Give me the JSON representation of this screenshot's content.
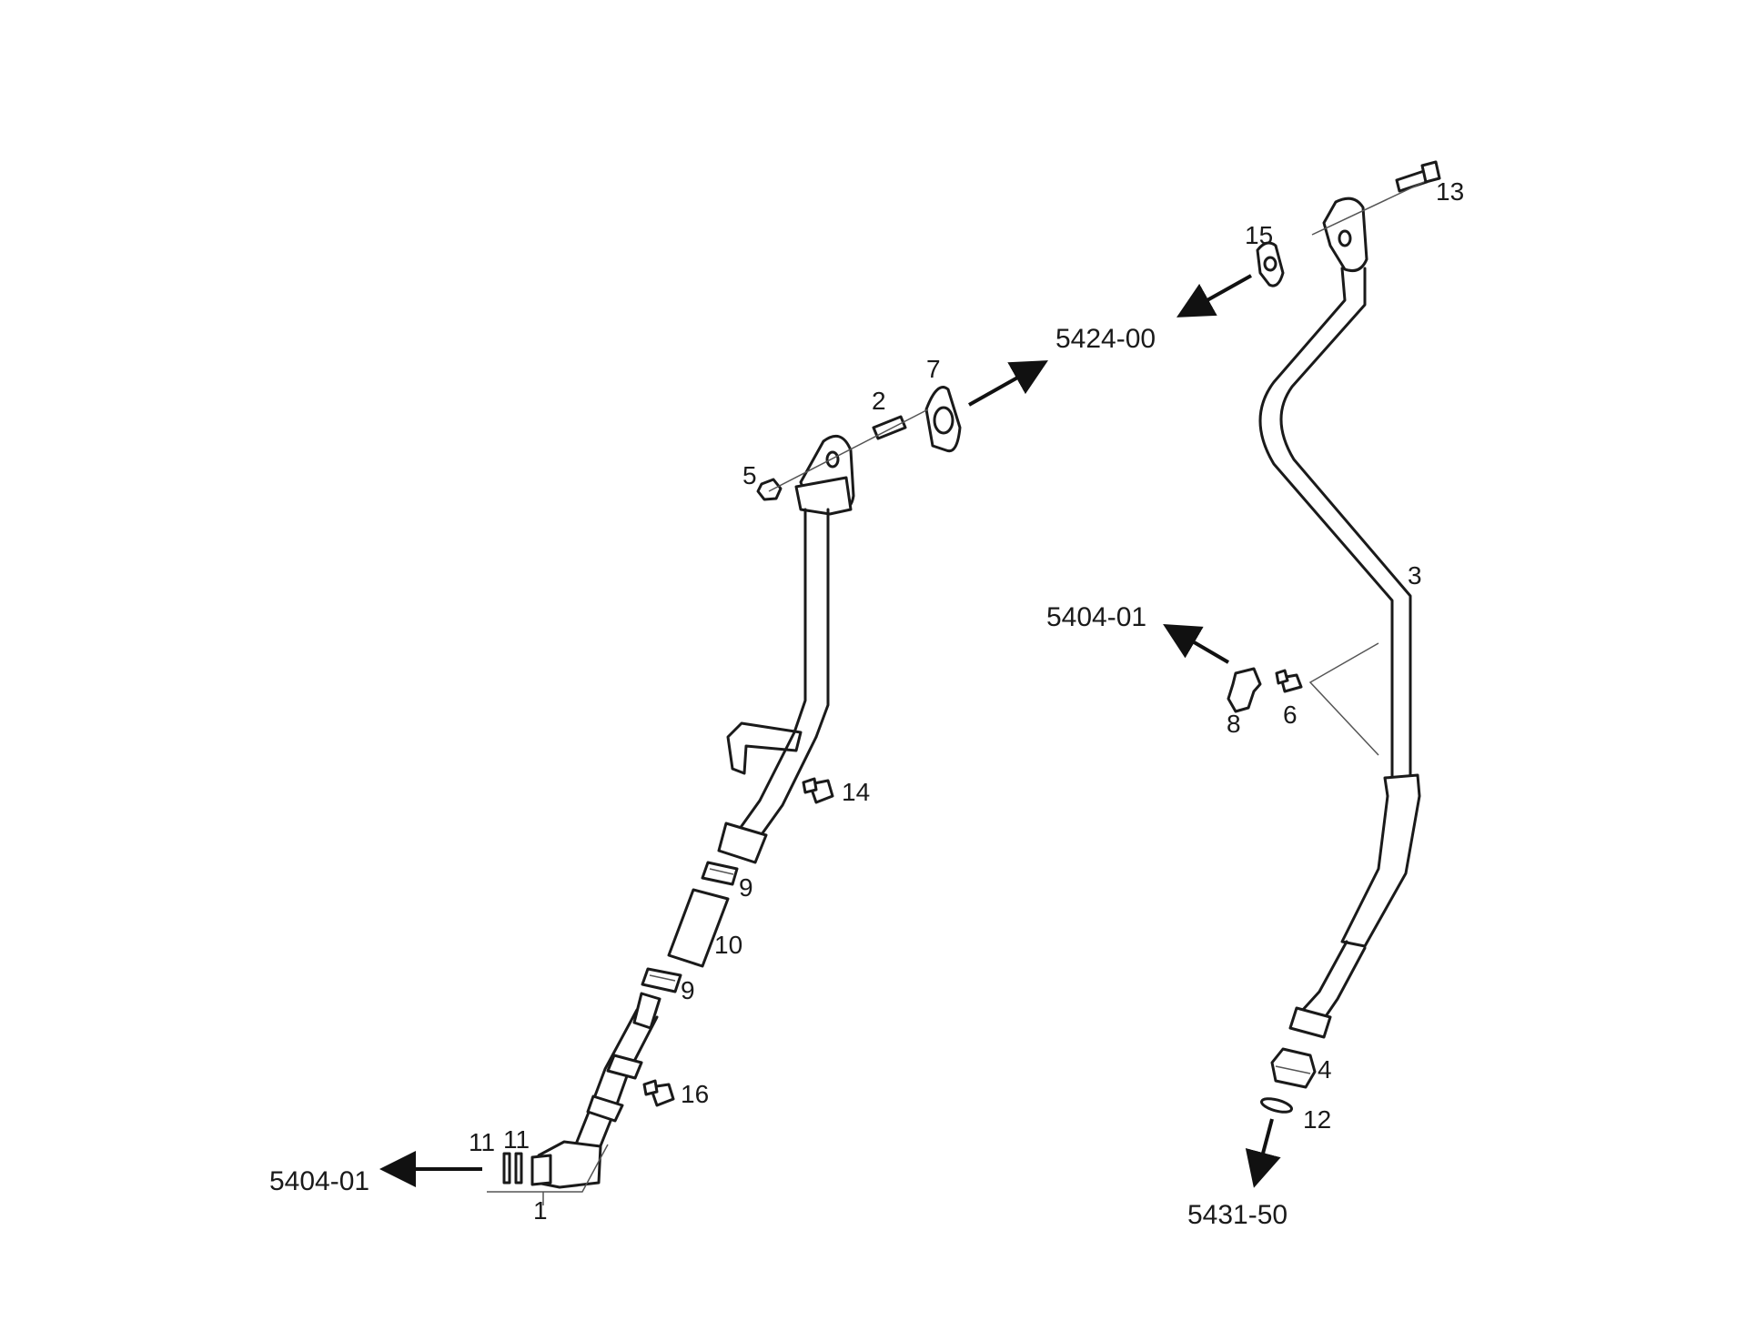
{
  "callouts": {
    "c1": "1",
    "c2": "2",
    "c3": "3",
    "c4": "4",
    "c5": "5",
    "c6": "6",
    "c7": "7",
    "c8": "8",
    "c9a": "9",
    "c9b": "9",
    "c10": "10",
    "c11a": "11",
    "c11b": "11",
    "c12": "12",
    "c13": "13",
    "c14": "14",
    "c15": "15",
    "c16": "16"
  },
  "references": {
    "r_5424_00": "5424-00",
    "r_5404_01_right": "5404-01",
    "r_5404_01_left": "5404-01",
    "r_5431_50": "5431-50"
  },
  "colors": {
    "line": "#1a1a1a",
    "background": "#ffffff"
  },
  "icons": [
    "arrow-icon"
  ]
}
